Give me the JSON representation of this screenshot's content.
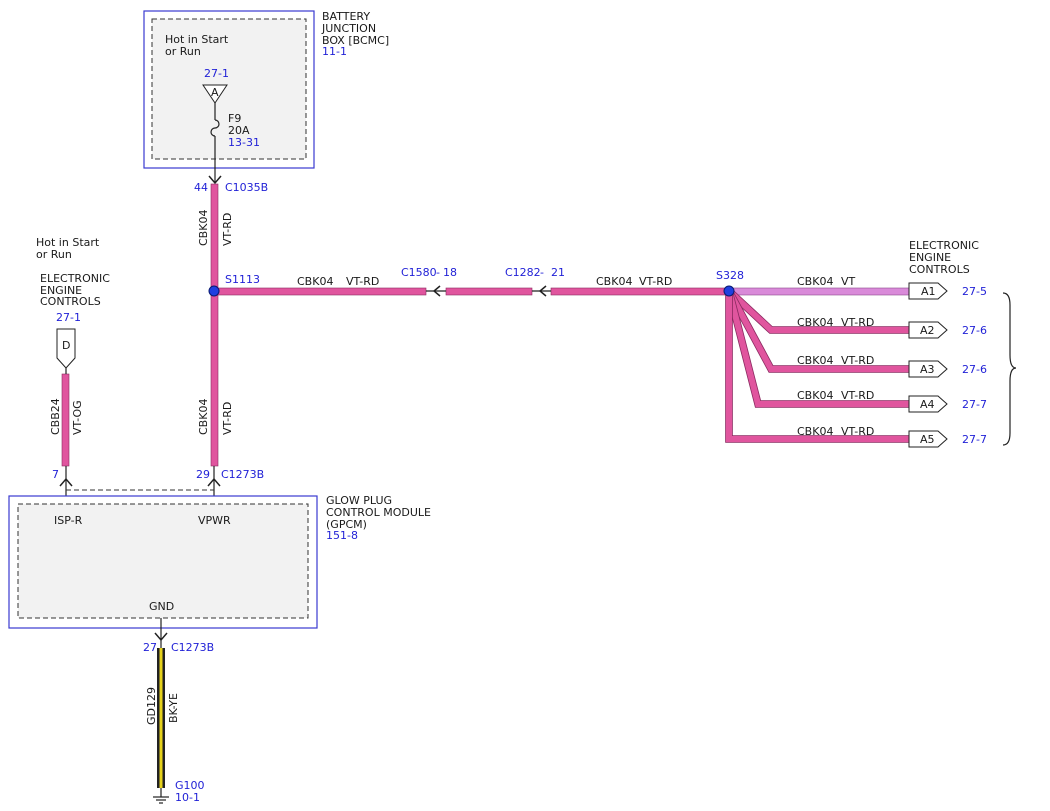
{
  "colors": {
    "wire_vt_rd": "#e0559e",
    "wire_vt": "#d98ad9",
    "wire_vt_og": "#e0559e",
    "wire_bk_ye": "#222222",
    "wire_bk_ye_stripe": "#e6d21c",
    "reference_blue": "#1f1fd6",
    "splice_dot": "#1f3fe0",
    "box_border": "#3a3ad0"
  },
  "bjb": {
    "title_line1": "BATTERY",
    "title_line2": "JUNCTION",
    "title_line3": "BOX [BCMC]",
    "ref": "11-1",
    "power_note_line1": "Hot in Start",
    "power_note_line2": "or Run",
    "pin_ref": "27-1",
    "pin_letter": "A",
    "fuse_name": "F9",
    "fuse_rating": "20A",
    "fuse_ref": "13-31"
  },
  "conn_c1035b": {
    "pin": "44",
    "name": "C1035B"
  },
  "wire_top": {
    "circuit": "CBK04",
    "color": "VT-RD"
  },
  "splice_s1113": {
    "name": "S1113"
  },
  "wire_horizontal": {
    "circuit": "CBK04",
    "color": "VT-RD"
  },
  "conn_c1580": {
    "name": "C1580",
    "sep": "-",
    "pin": "18"
  },
  "conn_c1282": {
    "name": "C1282",
    "sep": "-",
    "pin": "21"
  },
  "wire_middle": {
    "circuit": "CBK04",
    "color": "VT-RD"
  },
  "splice_s328": {
    "name": "S328"
  },
  "eec_right": {
    "line1": "ELECTRONIC",
    "line2": "ENGINE",
    "line3": "CONTROLS",
    "outputs": [
      {
        "circuit": "CBK04",
        "color": "VT",
        "connector": "A1",
        "ref": "27-5"
      },
      {
        "circuit": "CBK04",
        "color": "VT-RD",
        "connector": "A2",
        "ref": "27-6"
      },
      {
        "circuit": "CBK04",
        "color": "VT-RD",
        "connector": "A3",
        "ref": "27-6"
      },
      {
        "circuit": "CBK04",
        "color": "VT-RD",
        "connector": "A4",
        "ref": "27-7"
      },
      {
        "circuit": "CBK04",
        "color": "VT-RD",
        "connector": "A5",
        "ref": "27-7"
      }
    ]
  },
  "eec_left": {
    "power_note_line1": "Hot in Start",
    "power_note_line2": "or Run",
    "line1": "ELECTRONIC",
    "line2": "ENGINE",
    "line3": "CONTROLS",
    "ref": "27-1",
    "connector": "D"
  },
  "wire_left": {
    "circuit": "CBB24",
    "color": "VT-OG"
  },
  "wire_lower": {
    "circuit": "CBK04",
    "color": "VT-RD"
  },
  "conn_c1273b_top": {
    "pin_left": "7",
    "pin_right": "29",
    "name": "C1273B"
  },
  "gpcm": {
    "title_line1": "GLOW PLUG",
    "title_line2": "CONTROL MODULE",
    "title_line3": "(GPCM)",
    "ref": "151-8",
    "pin_isp": "ISP-R",
    "pin_vpwr": "VPWR",
    "pin_gnd": "GND"
  },
  "conn_c1273b_bottom": {
    "pin": "27",
    "name": "C1273B"
  },
  "wire_ground": {
    "circuit": "GD129",
    "color": "BK-YE"
  },
  "ground": {
    "name": "G100",
    "ref": "10-1"
  }
}
